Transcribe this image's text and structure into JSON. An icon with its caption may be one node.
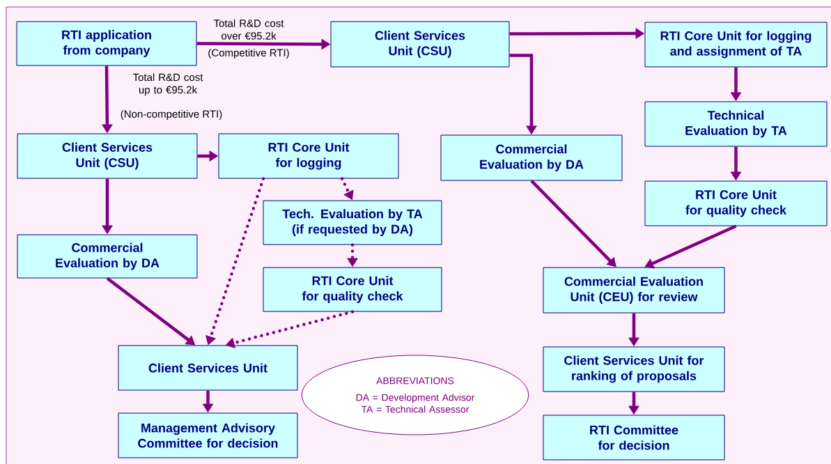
{
  "diagram": {
    "nodes": [
      {
        "text": [
          "RTI application from company"
        ]
      },
      {
        "text": [
          "Client Services Unit (CSU)"
        ]
      },
      {
        "text": [
          "RTI Core Unit for logging and assignment of TA"
        ]
      },
      {
        "text": [
          "Client Services Unit (CSU)"
        ]
      },
      {
        "text": [
          "RTI Core Unit for logging"
        ]
      },
      {
        "text": [
          "Commercial Evaluation by DA"
        ]
      },
      {
        "text": [
          "Technical Evaluation by TA"
        ]
      },
      {
        "text": [
          "Tech. Evaluation by TA (if requested by DA)"
        ]
      },
      {
        "text": [
          "RTI Core Unit for quality check"
        ]
      },
      {
        "text": [
          "Commercial Evaluation by DA"
        ]
      },
      {
        "text": [
          "RTI Core Unit for quality check"
        ]
      },
      {
        "text": [
          "Commercial Evaluation Unit (CEU) for review"
        ]
      },
      {
        "text": [
          "Client Services Unit"
        ]
      },
      {
        "text": [
          "Client Services Unit for ranking of proposals"
        ]
      },
      {
        "text": [
          "Management Advisory Committee for decision"
        ]
      },
      {
        "text": [
          "RTI Committee for decision"
        ]
      },
      {
        "text": [
          "ABBREVIATIONS",
          "DA  =  Development Advisor",
          "TA  =  Technical Assessor"
        ]
      }
    ],
    "edges": [
      {
        "from": 0,
        "to": 1,
        "arrow": "to",
        "label": "Total R&D cost over €95.2k"
      },
      {
        "from": 1,
        "to": 2,
        "arrow": "to"
      },
      {
        "from": 1,
        "to": 5,
        "arrow": "to"
      },
      {
        "from": 0,
        "to": 3,
        "arrow": "to",
        "label": "Total R&D cost up to €95.2k"
      },
      {
        "from": 3,
        "to": 4,
        "arrow": "to"
      },
      {
        "from": 3,
        "to": 9,
        "arrow": "to"
      },
      {
        "from": 4,
        "to": 7,
        "arrow": "to",
        "style": "dashed"
      },
      {
        "from": 4,
        "to": 12,
        "arrow": "to",
        "style": "dashed"
      },
      {
        "from": 7,
        "to": 10,
        "arrow": "to",
        "style": "dashed"
      },
      {
        "from": 10,
        "to": 12,
        "arrow": "to",
        "style": "dashed"
      },
      {
        "from": 9,
        "to": 12,
        "arrow": "to"
      },
      {
        "from": 2,
        "to": 6,
        "arrow": "to"
      },
      {
        "from": 6,
        "to": 8,
        "arrow": "to"
      },
      {
        "from": 5,
        "to": 11,
        "arrow": "to"
      },
      {
        "from": 8,
        "to": 11,
        "arrow": "to"
      },
      {
        "from": 11,
        "to": 13,
        "arrow": "to"
      },
      {
        "from": 13,
        "to": 15,
        "arrow": "to"
      },
      {
        "from": 12,
        "to": 14,
        "arrow": "to"
      }
    ],
    "labels": [
      "(Competitive RTI)",
      "(Non-competitive RTI)"
    ]
  }
}
